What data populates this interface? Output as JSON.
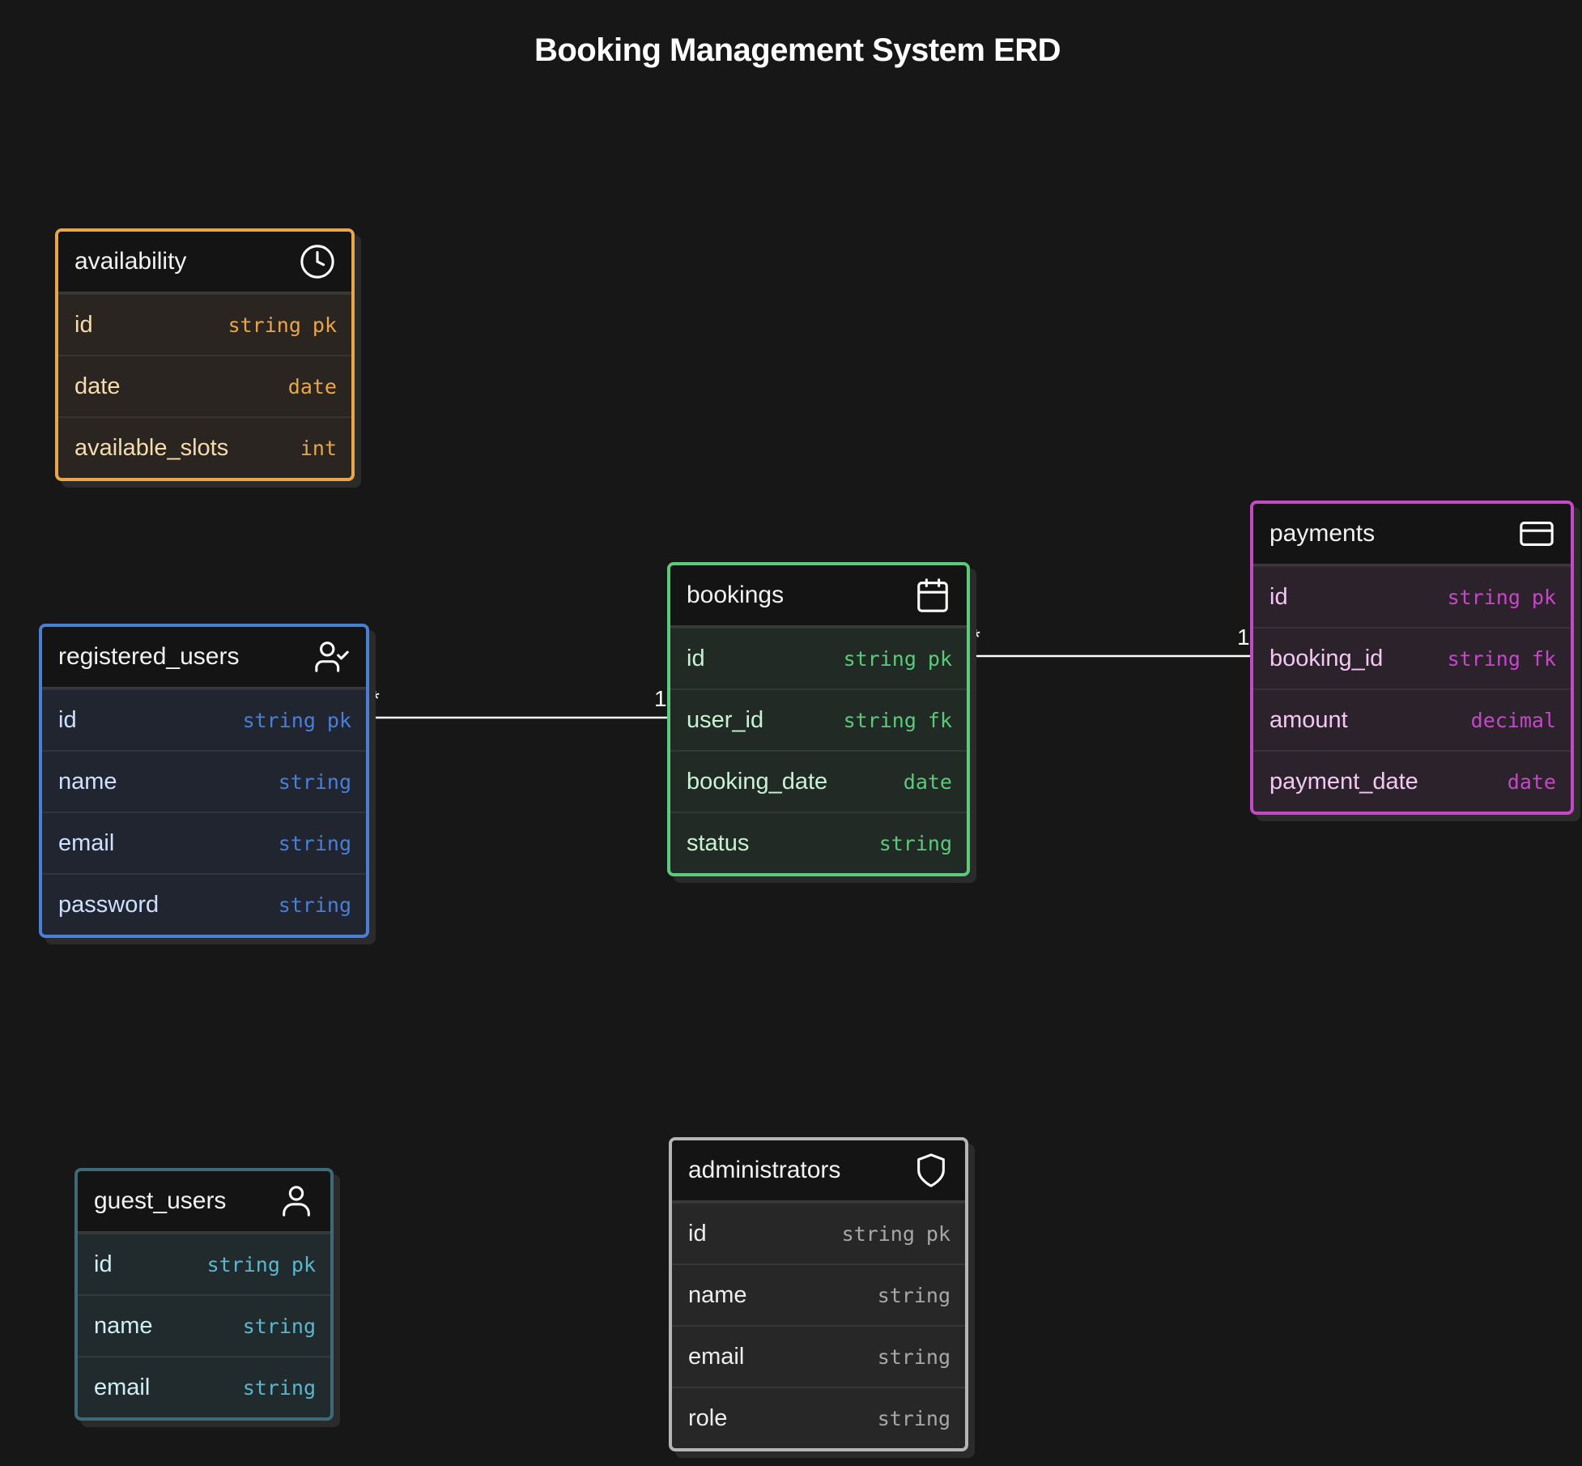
{
  "diagram": {
    "title": "Booking Management System ERD",
    "entities": [
      {
        "key": "availability",
        "name": "availability",
        "icon": "clock-icon",
        "color": "#e9a64a",
        "header_text": "#f2f2f2",
        "field_text": "#f5dcae",
        "fill": "#2a2520",
        "fields": [
          {
            "name": "id",
            "type": "string",
            "key": "pk"
          },
          {
            "name": "date",
            "type": "date",
            "key": ""
          },
          {
            "name": "available_slots",
            "type": "int",
            "key": ""
          }
        ]
      },
      {
        "key": "registered_users",
        "name": "registered_users",
        "icon": "user-check-icon",
        "color": "#4a7fd8",
        "header_text": "#f2f2f2",
        "field_text": "#cfe0ff",
        "fill": "#202530",
        "fields": [
          {
            "name": "id",
            "type": "string",
            "key": "pk"
          },
          {
            "name": "name",
            "type": "string",
            "key": ""
          },
          {
            "name": "email",
            "type": "string",
            "key": ""
          },
          {
            "name": "password",
            "type": "string",
            "key": ""
          }
        ]
      },
      {
        "key": "bookings",
        "name": "bookings",
        "icon": "calendar-icon",
        "color": "#5bcb7b",
        "header_text": "#f2f2f2",
        "field_text": "#c9f2d4",
        "fill": "#212a24",
        "fields": [
          {
            "name": "id",
            "type": "string",
            "key": "pk"
          },
          {
            "name": "user_id",
            "type": "string",
            "key": "fk"
          },
          {
            "name": "booking_date",
            "type": "date",
            "key": ""
          },
          {
            "name": "status",
            "type": "string",
            "key": ""
          }
        ]
      },
      {
        "key": "payments",
        "name": "payments",
        "icon": "credit-card-icon",
        "color": "#c648c9",
        "header_text": "#f2f2f2",
        "field_text": "#f2c8f2",
        "fill": "#2c222c",
        "fields": [
          {
            "name": "id",
            "type": "string",
            "key": "pk"
          },
          {
            "name": "booking_id",
            "type": "string",
            "key": "fk"
          },
          {
            "name": "amount",
            "type": "decimal",
            "key": ""
          },
          {
            "name": "payment_date",
            "type": "date",
            "key": ""
          }
        ]
      },
      {
        "key": "guest_users",
        "name": "guest_users",
        "icon": "user-icon",
        "color": "#3e6a77",
        "header_text": "#f2f2f2",
        "field_text": "#d0eef3",
        "field_type_color": "#5bb7cf",
        "fill": "#212b2e",
        "fields": [
          {
            "name": "id",
            "type": "string",
            "key": "pk"
          },
          {
            "name": "name",
            "type": "string",
            "key": ""
          },
          {
            "name": "email",
            "type": "string",
            "key": ""
          }
        ]
      },
      {
        "key": "administrators",
        "name": "administrators",
        "icon": "shield-icon",
        "color": "#b5b5b5",
        "header_text": "#f2f2f2",
        "field_text": "#eeeeee",
        "field_type_color": "#a8a8a8",
        "fill": "#272727",
        "fields": [
          {
            "name": "id",
            "type": "string",
            "key": "pk"
          },
          {
            "name": "name",
            "type": "string",
            "key": ""
          },
          {
            "name": "email",
            "type": "string",
            "key": ""
          },
          {
            "name": "role",
            "type": "string",
            "key": ""
          }
        ]
      }
    ],
    "relationships": [
      {
        "from": "registered_users",
        "from_field": "id",
        "from_card": "*",
        "to": "bookings",
        "to_field": "user_id",
        "to_card": "1"
      },
      {
        "from": "bookings",
        "from_field": "id",
        "from_card": "*",
        "to": "payments",
        "to_field": "booking_id",
        "to_card": "1"
      }
    ]
  }
}
